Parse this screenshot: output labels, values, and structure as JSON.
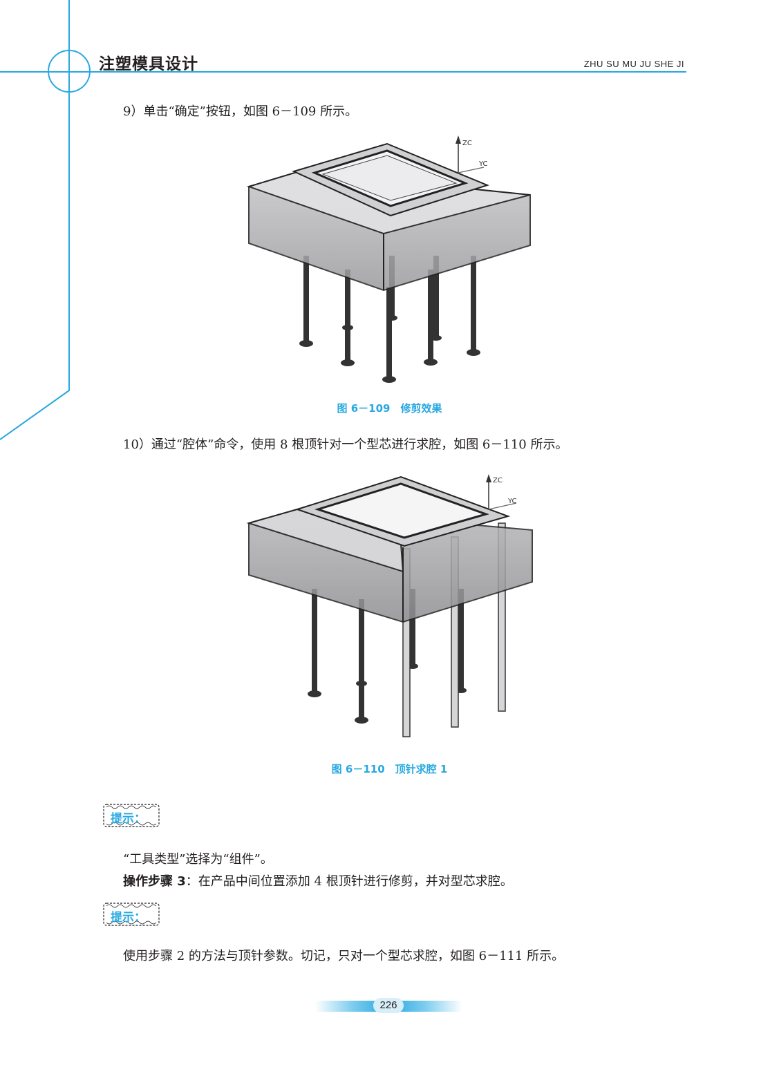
{
  "header": {
    "title": "注塑模具设计",
    "pinyin": "ZHU SU MU JU SHE JI"
  },
  "paragraphs": {
    "step9": "9）单击“确定”按钮，如图 6－109 所示。",
    "step10": "10）通过“腔体”命令，使用 8 根顶针对一个型芯进行求腔，如图 6－110 所示。",
    "tool_type": "“工具类型”选择为“组件”。",
    "op3_label": "操作步骤 3",
    "op3_text": "：在产品中间位置添加 4 根顶针进行修剪，并对型芯求腔。",
    "note2": "使用步骤 2 的方法与顶针参数。切记，只对一个型芯求腔，如图 6－111 所示。"
  },
  "figures": {
    "fig109": {
      "caption": "图 6－109　修剪效果",
      "axis_z": "ZC",
      "axis_y": "YC"
    },
    "fig110": {
      "caption": "图 6－110　顶针求腔 1",
      "axis_z": "ZC",
      "axis_y": "YC"
    }
  },
  "tips": {
    "tip1": "提示：",
    "tip2": "提示："
  },
  "footer": {
    "page_number": "226"
  },
  "colors": {
    "accent": "#28a8e0",
    "text": "#231f20"
  }
}
